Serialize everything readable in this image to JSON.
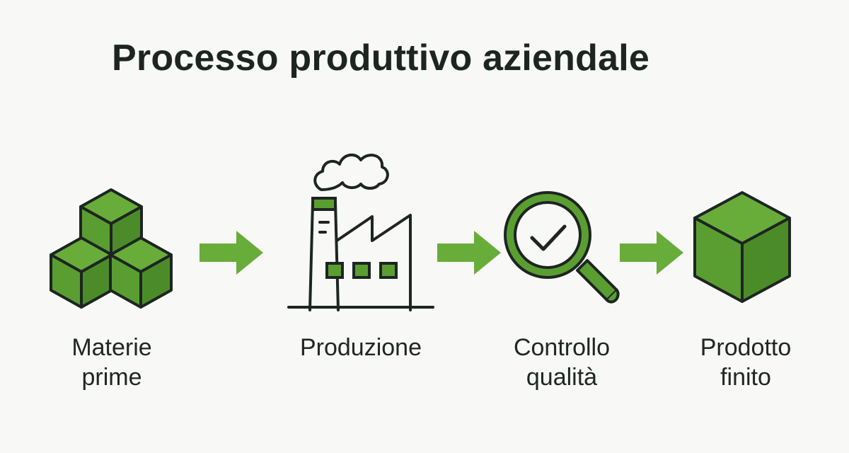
{
  "title": "Processo produttivo aziendale",
  "colors": {
    "green": "#5a9e31",
    "arrow_green": "#68ad3a",
    "outline": "#1d2522",
    "background": "#f8f8f6"
  },
  "steps": [
    {
      "icon": "raw-materials-cubes-icon",
      "label_lines": [
        "Materie",
        "prime"
      ]
    },
    {
      "icon": "factory-icon",
      "label_lines": [
        "Produzione"
      ]
    },
    {
      "icon": "magnifier-check-icon",
      "label_lines": [
        "Controllo",
        "qualità"
      ]
    },
    {
      "icon": "cube-icon",
      "label_lines": [
        "Prodotto",
        "finito"
      ]
    }
  ],
  "arrows": [
    "arrow-right-icon",
    "arrow-right-icon",
    "arrow-right-icon"
  ]
}
